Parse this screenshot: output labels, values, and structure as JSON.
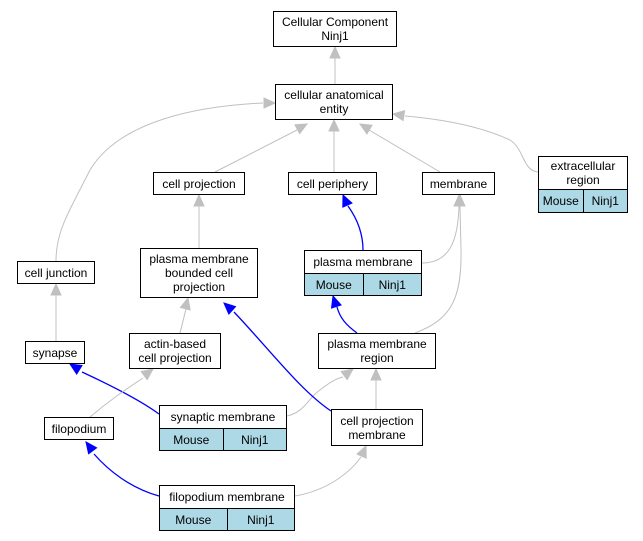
{
  "colors": {
    "gray_edge": "#c0c0c0",
    "blue_edge": "#0000ff",
    "record_fill": "#add8e6"
  },
  "nodes": {
    "cellular_component": "Cellular Component\nNinj1",
    "cellular_anatomical_entity": "cellular anatomical\nentity",
    "cell_projection": "cell projection",
    "cell_periphery": "cell periphery",
    "membrane": "membrane",
    "cell_junction": "cell junction",
    "plasma_membrane_bounded_cell_projection": "plasma membrane\nbounded cell\nprojection",
    "synapse": "synapse",
    "actin_based_cell_projection": "actin-based\ncell projection",
    "plasma_membrane_region": "plasma membrane\nregion",
    "filopodium": "filopodium",
    "cell_projection_membrane": "cell projection\nmembrane"
  },
  "records": {
    "extracellular_region": {
      "title": "extracellular\nregion",
      "organism": "Mouse",
      "gene": "Ninj1"
    },
    "plasma_membrane": {
      "title": "plasma membrane",
      "organism": "Mouse",
      "gene": "Ninj1"
    },
    "synaptic_membrane": {
      "title": "synaptic membrane",
      "organism": "Mouse",
      "gene": "Ninj1"
    },
    "filopodium_membrane": {
      "title": "filopodium membrane",
      "organism": "Mouse",
      "gene": "Ninj1"
    }
  },
  "edges": [
    {
      "from": "cellular_anatomical_entity",
      "to": "cellular_component",
      "color": "gray"
    },
    {
      "from": "cell_projection",
      "to": "cellular_anatomical_entity",
      "color": "gray"
    },
    {
      "from": "cell_periphery",
      "to": "cellular_anatomical_entity",
      "color": "gray"
    },
    {
      "from": "membrane",
      "to": "cellular_anatomical_entity",
      "color": "gray"
    },
    {
      "from": "extracellular_region",
      "to": "cellular_anatomical_entity",
      "color": "gray"
    },
    {
      "from": "cell_junction",
      "to": "cellular_anatomical_entity",
      "color": "gray"
    },
    {
      "from": "plasma_membrane_bounded_cell_projection",
      "to": "cell_projection",
      "color": "gray"
    },
    {
      "from": "plasma_membrane",
      "to": "cell_periphery",
      "color": "blue"
    },
    {
      "from": "plasma_membrane",
      "to": "membrane",
      "color": "gray"
    },
    {
      "from": "synapse",
      "to": "cell_junction",
      "color": "gray"
    },
    {
      "from": "actin_based_cell_projection",
      "to": "plasma_membrane_bounded_cell_projection",
      "color": "gray"
    },
    {
      "from": "plasma_membrane_region",
      "to": "plasma_membrane",
      "color": "blue"
    },
    {
      "from": "plasma_membrane_region",
      "to": "membrane",
      "color": "gray"
    },
    {
      "from": "synaptic_membrane",
      "to": "synapse",
      "color": "blue"
    },
    {
      "from": "synaptic_membrane",
      "to": "plasma_membrane_region",
      "color": "gray"
    },
    {
      "from": "filopodium",
      "to": "actin_based_cell_projection",
      "color": "gray"
    },
    {
      "from": "cell_projection_membrane",
      "to": "plasma_membrane_bounded_cell_projection",
      "color": "blue"
    },
    {
      "from": "cell_projection_membrane",
      "to": "plasma_membrane_region",
      "color": "gray"
    },
    {
      "from": "filopodium_membrane",
      "to": "filopodium",
      "color": "blue"
    },
    {
      "from": "filopodium_membrane",
      "to": "cell_projection_membrane",
      "color": "gray"
    }
  ]
}
